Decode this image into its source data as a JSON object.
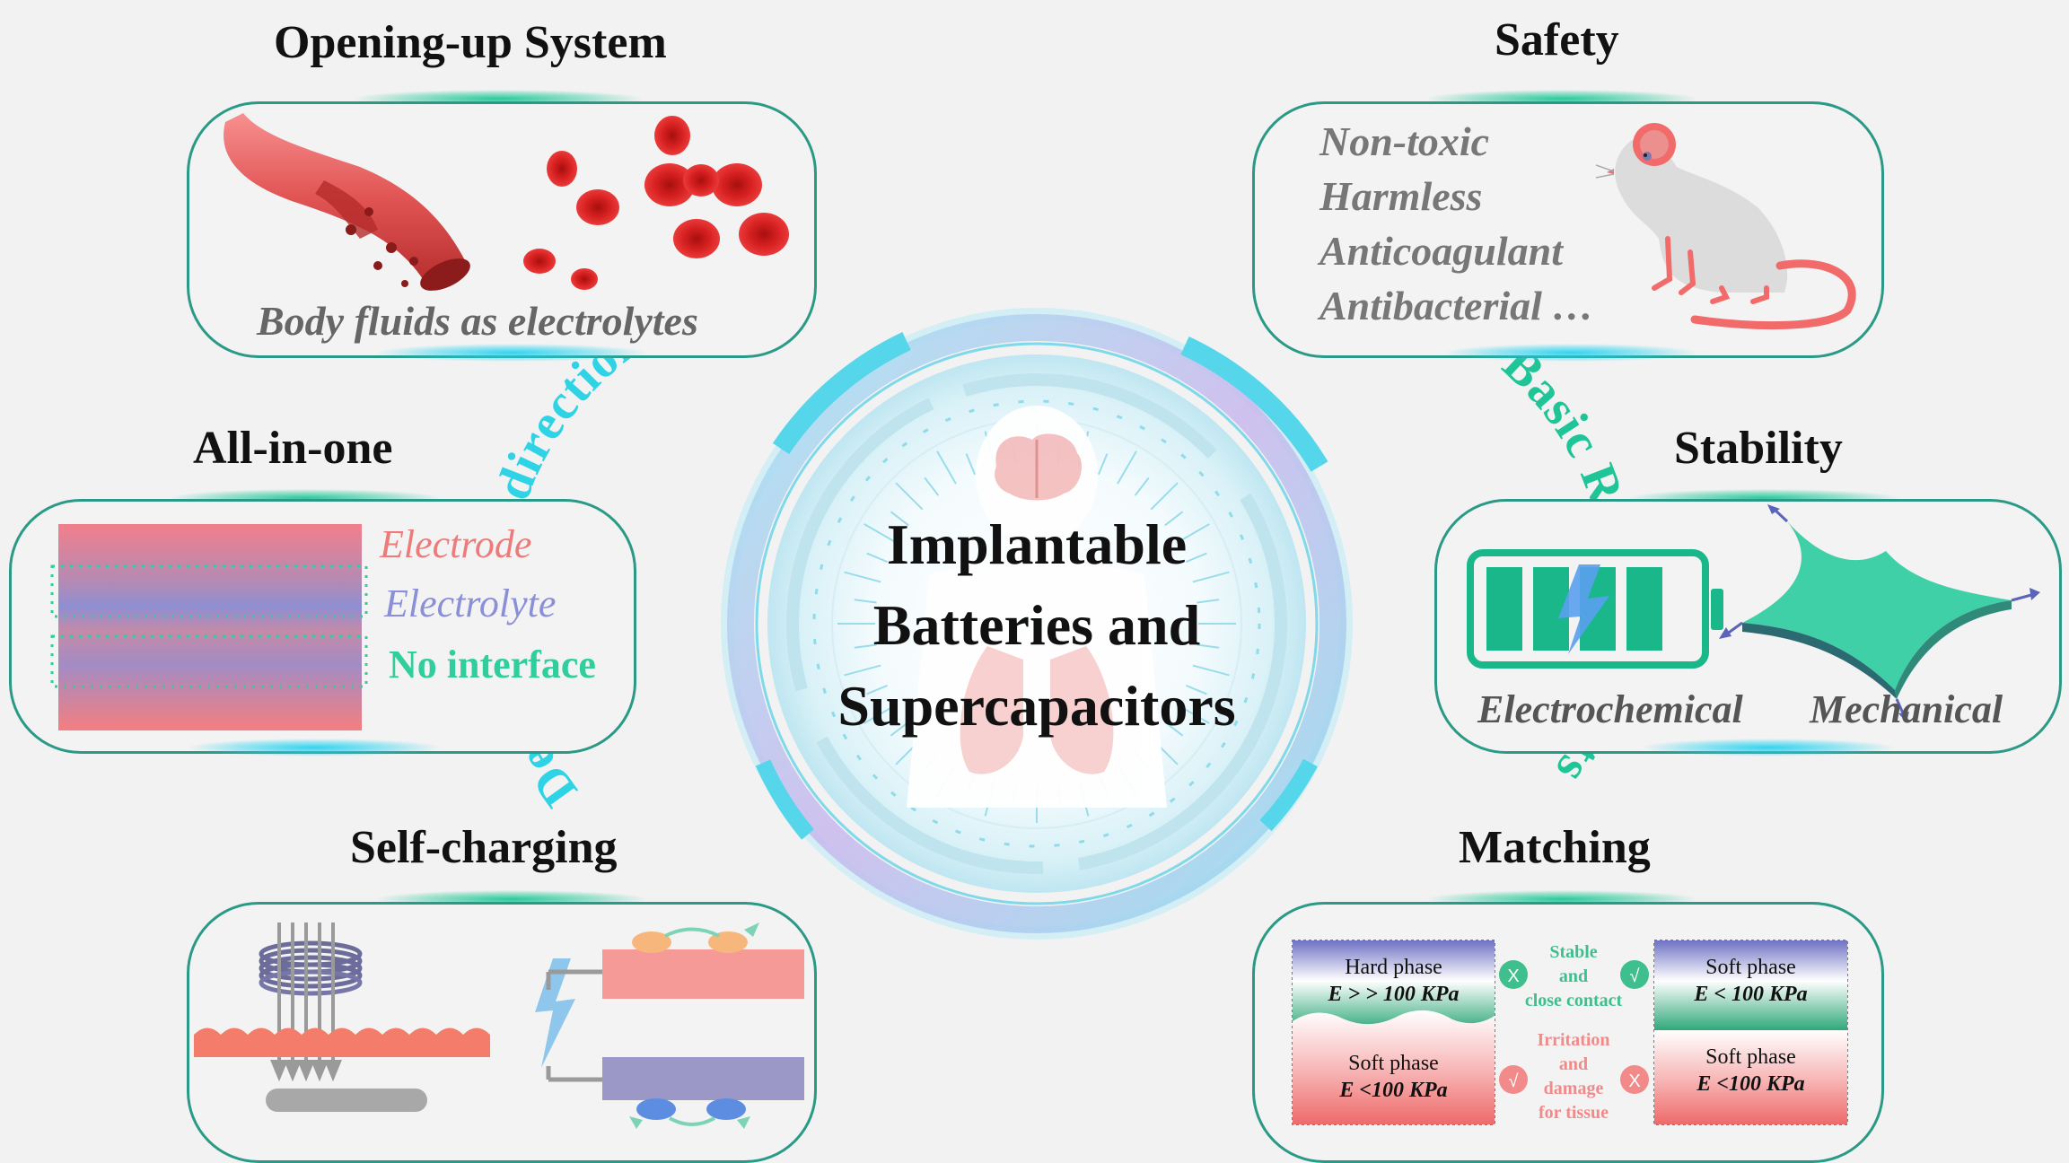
{
  "center": {
    "title_line1": "Implantable",
    "title_line2": "Batteries and",
    "title_line3": "Supercapacitors",
    "arc_left": "Development direction",
    "arc_right": "Basic Requirements"
  },
  "panels": {
    "opening_up": {
      "title": "Opening-up System",
      "caption": "Body fluids as electrolytes"
    },
    "all_in_one": {
      "title": "All-in-one",
      "electrode": "Electrode",
      "electrolyte": "Electrolyte",
      "no_interface": "No interface"
    },
    "self_charging": {
      "title": "Self-charging"
    },
    "safety": {
      "title": "Safety",
      "items": [
        "Non-toxic",
        "Harmless",
        "Anticoagulant",
        "Antibacterial  …"
      ]
    },
    "stability": {
      "title": "Stability",
      "electrochemical": "Electrochemical",
      "mechanical": "Mechanical"
    },
    "matching": {
      "title": "Matching",
      "hard_phase": "Hard phase",
      "hard_modulus": "E > > 100 KPa",
      "soft_phase_bottom_left": "Soft phase",
      "soft_modulus_bottom_left": "E <100 KPa",
      "soft_phase_top_right": "Soft phase",
      "soft_modulus_top_right": "E  < 100 KPa",
      "soft_phase_bottom_right": "Soft phase",
      "soft_modulus_bottom_right": "E <100 KPa",
      "stable_text": [
        "Stable",
        "and",
        "close contact"
      ],
      "irritation_text": [
        "Irritation",
        "and",
        "damage",
        "for tissue"
      ],
      "mark_cross": "X",
      "mark_check": "√"
    }
  },
  "colors": {
    "panel_border": "#2a9a86",
    "electrode": "#ee7b7b",
    "electrolyte": "#8a8fd6",
    "no_interface": "#2fce9c",
    "battery_green": "#19b78a",
    "blood_red": "#d92828",
    "ring_cyan": "#45d3e6",
    "arc_text": "#2ed3e6",
    "arc_text_right": "#1fc596"
  }
}
